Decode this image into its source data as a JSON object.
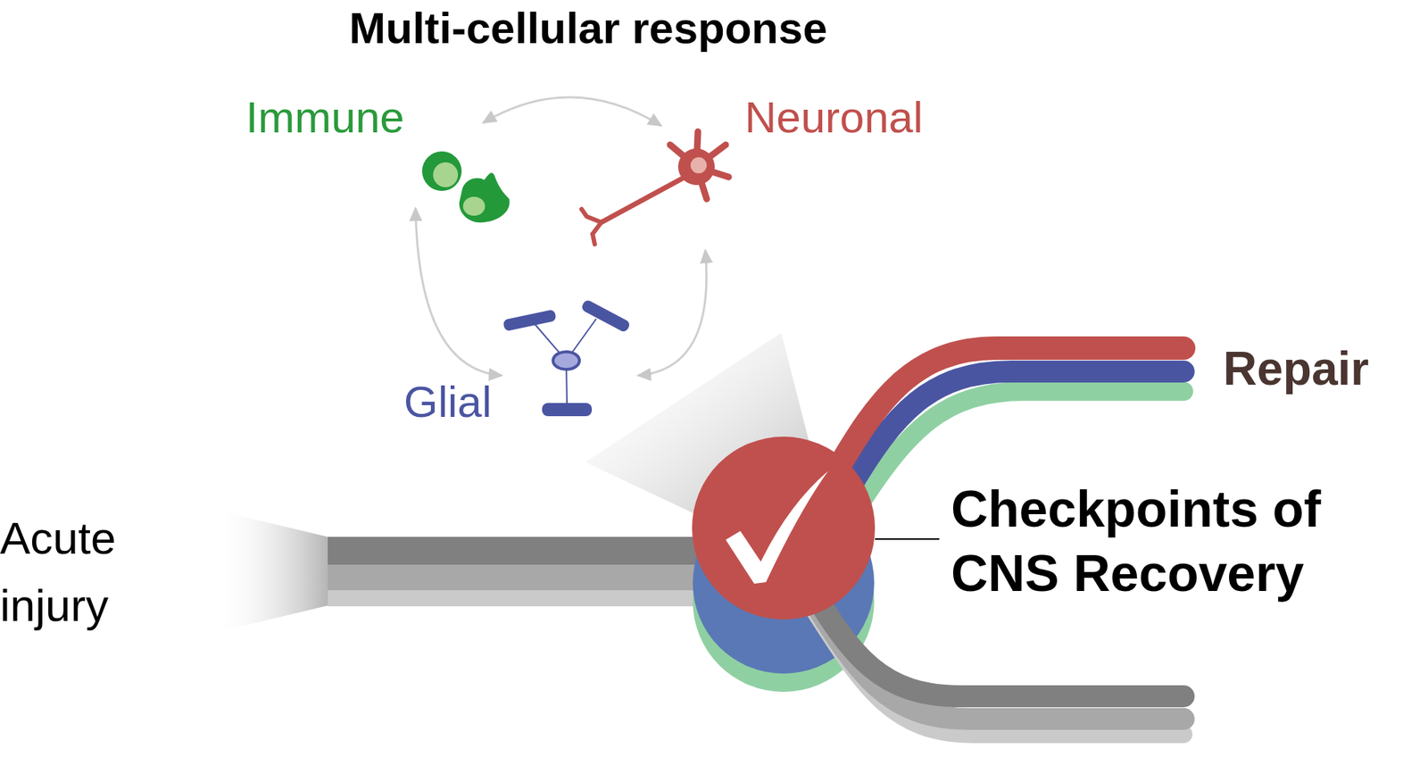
{
  "diagram": {
    "title": "Multi-cellular response",
    "nodes": [
      {
        "text": [
          "Immune"
        ]
      },
      {
        "text": [
          "Neuronal"
        ]
      },
      {
        "text": [
          "Glial"
        ]
      }
    ],
    "edges": [
      {
        "from": 0,
        "to": 1,
        "arrow": "both"
      },
      {
        "from": 0,
        "to": 2,
        "arrow": "both"
      },
      {
        "from": 1,
        "to": 2,
        "arrow": "both"
      }
    ],
    "labels": [
      "Acute injury",
      "Repair",
      "Checkpoints of CNS Recovery"
    ]
  }
}
